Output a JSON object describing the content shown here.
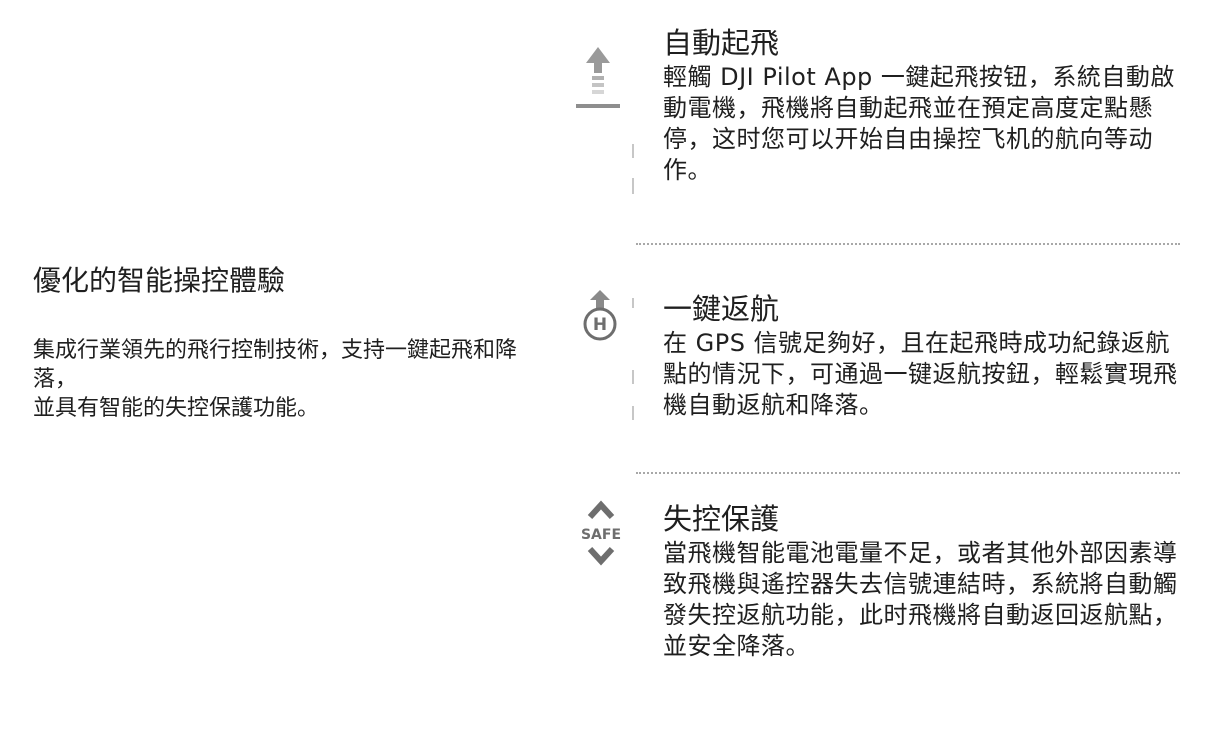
{
  "section": {
    "title": "優化的智能操控體驗",
    "description": "集成行業領先的飛行控制技術，支持一鍵起飛和降落，\n並具有智能的失控保護功能。"
  },
  "features": [
    {
      "icon": "takeoff-icon",
      "title": "自動起飛",
      "text": "輕觸 DJI Pilot App 一鍵起飛按钮，系統自動啟動電機，飛機將自動起飛並在預定高度定點懸停，这时您可以开始自由操控飞机的航向等动作。"
    },
    {
      "icon": "return-home-icon",
      "title": "一鍵返航",
      "text": "在 GPS 信號足夠好，且在起飛時成功紀錄返航點的情況下，可通過一键返航按鈕，輕鬆實現飛機自動返航和降落。"
    },
    {
      "icon": "safe-icon",
      "title": "失控保護",
      "text": "當飛機智能電池電量不足，或者其他外部因素導致飛機與遙控器失去信號連結時，系統將自動觸發失控返航功能，此时飛機將自動返回返航點，並安全降落。"
    }
  ]
}
